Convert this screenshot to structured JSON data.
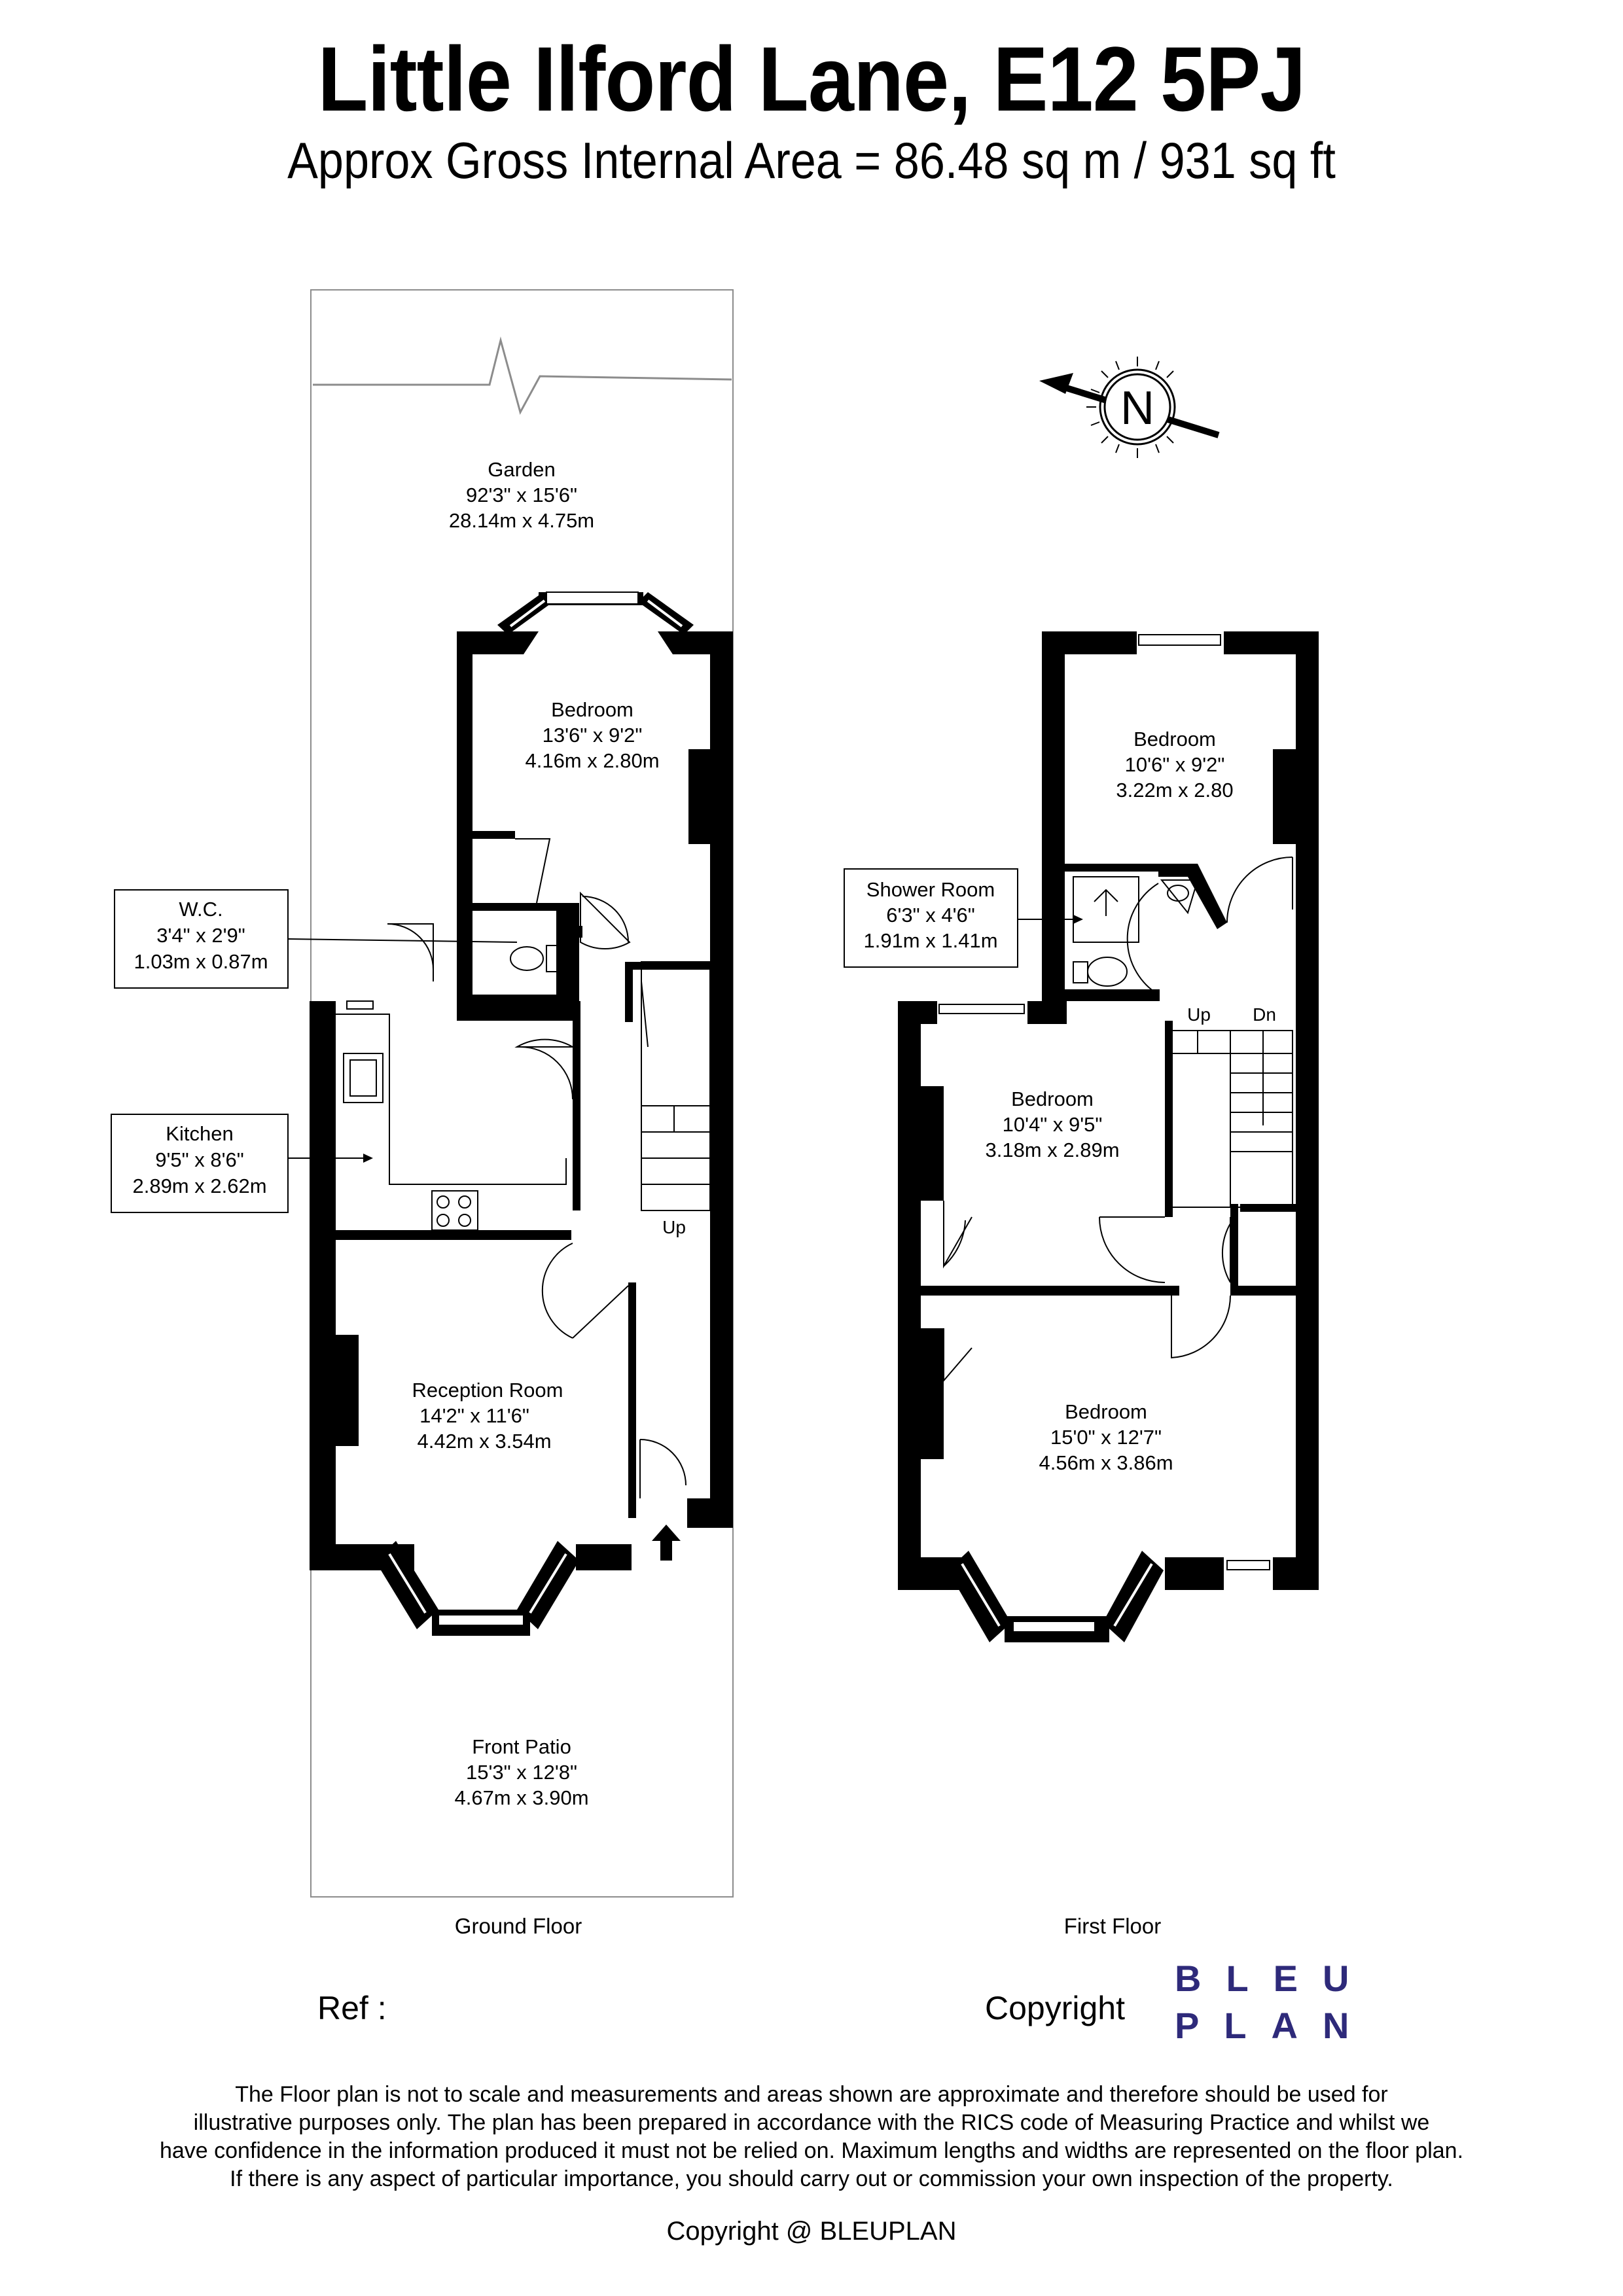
{
  "header": {
    "address": "Little Ilford Lane, E12 5PJ",
    "area": "Approx Gross Internal Area = 86.48 sq m / 931 sq ft"
  },
  "compass": {
    "label": "N"
  },
  "ground_floor": {
    "label": "Ground Floor",
    "garden": {
      "name": "Garden",
      "imperial": "92'3\" x 15'6\"",
      "metric": "28.14m x 4.75m"
    },
    "bedroom": {
      "name": "Bedroom",
      "imperial": "13'6\" x 9'2\"",
      "metric": "4.16m x 2.80m"
    },
    "wc": {
      "name": "W.C.",
      "imperial": "3'4\" x 2'9\"",
      "metric": "1.03m x 0.87m"
    },
    "kitchen": {
      "name": "Kitchen",
      "imperial": "9'5\" x 8'6\"",
      "metric": "2.89m x 2.62m"
    },
    "reception": {
      "name": "Reception Room",
      "imperial": "14'2\" x 11'6\"",
      "metric": "4.42m x 3.54m"
    },
    "patio": {
      "name": "Front Patio",
      "imperial": "15'3\" x 12'8\"",
      "metric": "4.67m x 3.90m"
    },
    "stairs_up": "Up"
  },
  "first_floor": {
    "label": "First Floor",
    "bedroom_rear": {
      "name": "Bedroom",
      "imperial": "10'6\" x 9'2\"",
      "metric": "3.22m x 2.80"
    },
    "shower": {
      "name": "Shower Room",
      "imperial": "6'3\" x 4'6\"",
      "metric": "1.91m x 1.41m"
    },
    "bedroom_mid": {
      "name": "Bedroom",
      "imperial": "10'4\" x 9'5\"",
      "metric": "3.18m x 2.89m"
    },
    "bedroom_front": {
      "name": "Bedroom",
      "imperial": "15'0\" x 12'7\"",
      "metric": "4.56m x 3.86m"
    },
    "stairs_up": "Up",
    "stairs_down": "Dn"
  },
  "footer": {
    "ref": "Ref  :",
    "copyright": "Copyright",
    "logo_line1": "BLEU",
    "logo_line2": "PLAN",
    "logo_color": "#2e2a7a",
    "disclaimer": [
      "The Floor plan is not to scale and measurements and areas shown are approximate and therefore should be used for",
      "illustrative purposes only. The plan has been prepared in accordance with the RICS code of Measuring Practice and whilst we",
      "have confidence in the information produced it must not be relied on. Maximum lengths and widths are represented on the floor plan.",
      "If there is any aspect of particular importance, you should carry out or commission your own inspection of the property."
    ],
    "copyright_line": "Copyright @ BLEUPLAN"
  }
}
